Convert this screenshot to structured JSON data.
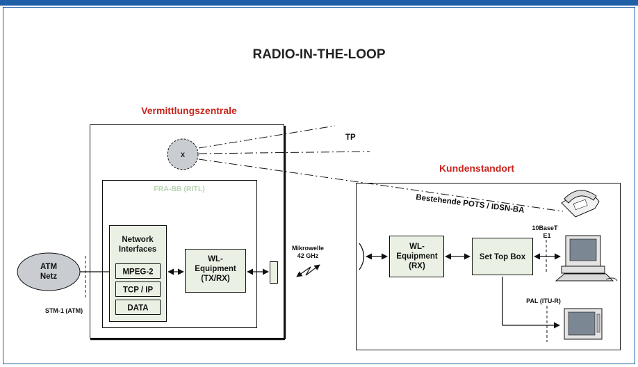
{
  "header": {
    "title": "RADIO-IN-THE-LOOP"
  },
  "colors": {
    "top_bar": "#1f5fa8",
    "section_title": "#c8241e",
    "module_fill": "#eaf1e4",
    "module_border": "#b7cfae",
    "cloud_fill": "#c9ccd1"
  },
  "central_office": {
    "title": "Vermittlungszentrale",
    "inner_label": "FRA-BB (RITL)",
    "network_interfaces": {
      "label_line1": "Network",
      "label_line2": "Interfaces",
      "items": [
        "MPEG-2",
        "TCP / IP",
        "DATA"
      ]
    },
    "wl_tx": {
      "line1": "WL-",
      "line2": "Equipment",
      "line3": "(TX/RX)"
    }
  },
  "atm_network": {
    "line1": "ATM",
    "line2": "Netz",
    "interface_label": "STM-1 (ATM)"
  },
  "cloud": {
    "symbol": "X",
    "tp_label": "TP"
  },
  "microwave": {
    "line1": "Mikrowelle",
    "line2": "42 GHz"
  },
  "customer_site": {
    "title": "Kundenstandort",
    "pots_label": "Bestehende POTS / IDSN-BA",
    "wl_rx": {
      "line1": "WL-",
      "line2": "Equipment",
      "line3": "(RX)"
    },
    "set_top_box": "Set Top Box",
    "pc_link": {
      "line1": "10BaseT",
      "line2": "E1"
    },
    "tv_link": "PAL (ITU-R)",
    "icons": [
      "telephone-icon",
      "computer-icon",
      "television-icon"
    ]
  }
}
